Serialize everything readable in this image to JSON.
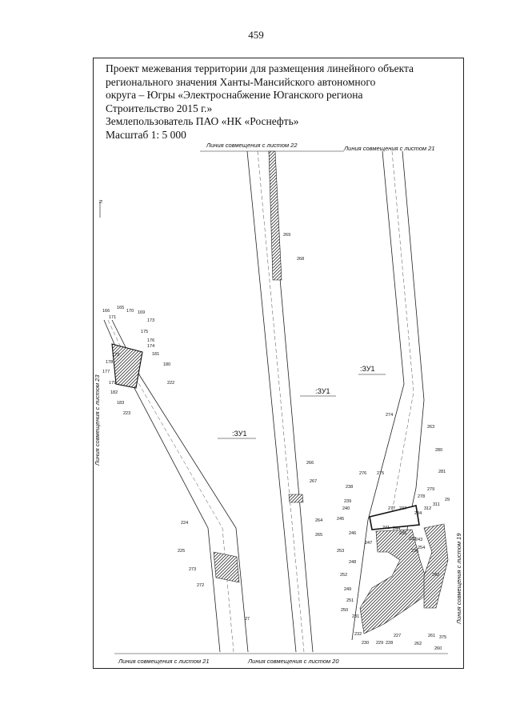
{
  "page_number": "459",
  "header": {
    "line1": "Проект межевания территории для размещения линейного объекта",
    "line2": "регионального значения Ханты-Мансийского автономного",
    "line3": "округа – Югры «Электроснабжение Юганского региона",
    "line4": "Строительство 2015 г.»",
    "land_user": "Землепользователь ПАО «НК «Роснефть»",
    "scale": "Масштаб 1: 5 000"
  },
  "captions": {
    "top_left": "Линия совмещения с листом 22",
    "top_right": "Линия совмещения с листом 21",
    "left": "Линия совмещения с листом 23",
    "right": "Линия совмещения с листом 19",
    "bottom_left": "Линия совмещения с листом 21",
    "bottom_mid": "Линия совмещения с листом 20"
  },
  "north_arrow": "N",
  "zone_label": ":ЗУ1",
  "points": {
    "left_cluster": [
      "166",
      "165",
      "170",
      "169",
      "171",
      "173",
      "175",
      "176",
      "174",
      "181",
      "172",
      "180",
      "178",
      "177",
      "179",
      "182",
      "222",
      "183",
      "223"
    ],
    "left_lower": [
      "224",
      "225",
      "273",
      "272",
      "27"
    ],
    "middle": [
      "269",
      "268",
      "266",
      "267",
      "264",
      "265"
    ],
    "right_upper": [
      "274",
      "263",
      "280",
      "281",
      "279"
    ],
    "right_lower": [
      "276",
      "275",
      "278",
      "311",
      "29",
      "238",
      "239",
      "277",
      "237",
      "234",
      "312",
      "240",
      "245",
      "241",
      "244",
      "235",
      "233",
      "246",
      "247",
      "236",
      "243",
      "253",
      "248",
      "252",
      "249",
      "251",
      "250",
      "231",
      "232",
      "230",
      "229",
      "228",
      "227",
      "262",
      "261",
      "260",
      "375",
      "242",
      "254"
    ]
  }
}
